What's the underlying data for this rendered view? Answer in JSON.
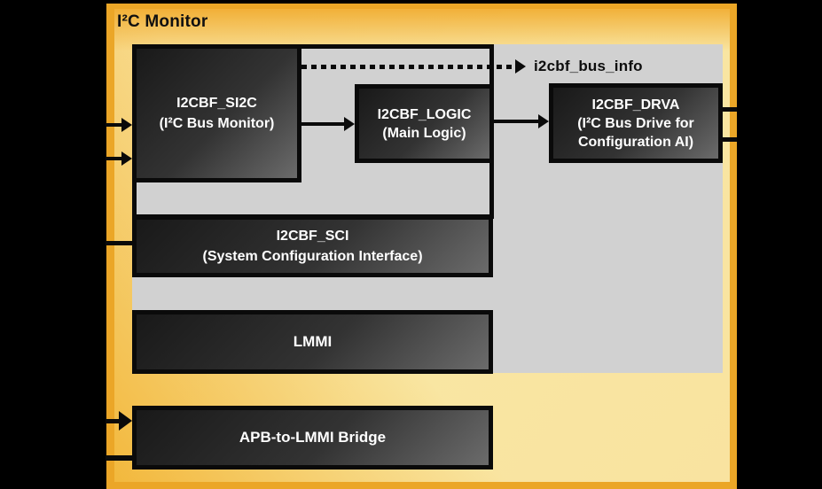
{
  "panel": {
    "title": "I²C Monitor"
  },
  "blocks": {
    "si2c": {
      "line1": "I2CBF_SI2C",
      "line2": "(I²C Bus Monitor)"
    },
    "logic": {
      "line1": "I2CBF_LOGIC",
      "line2": "(Main Logic)"
    },
    "drva": {
      "line1": "I2CBF_DRVA",
      "line2": "(I²C Bus Drive for",
      "line3": "Configuration AI)"
    },
    "sci": {
      "line1": "I2CBF_SCI",
      "line2": "(System Configuration Interface)"
    },
    "lmmi": {
      "line1": "LMMI"
    },
    "bridge": {
      "line1": "APB-to-LMMI Bridge"
    }
  },
  "labels": {
    "bus_info": "i2cbf_bus_info"
  },
  "colors": {
    "panel_border_orange": "#eba627",
    "panel_fill_gold": "#f3b844",
    "panel_fill_pale": "#f9e6a2",
    "inner_region_gray": "#d1d1d1",
    "block_fill_dark": "#2b2b2b",
    "outline_black": "#0a0a0a",
    "block_text": "#ffffff",
    "label_text": "#0d0d0d"
  }
}
